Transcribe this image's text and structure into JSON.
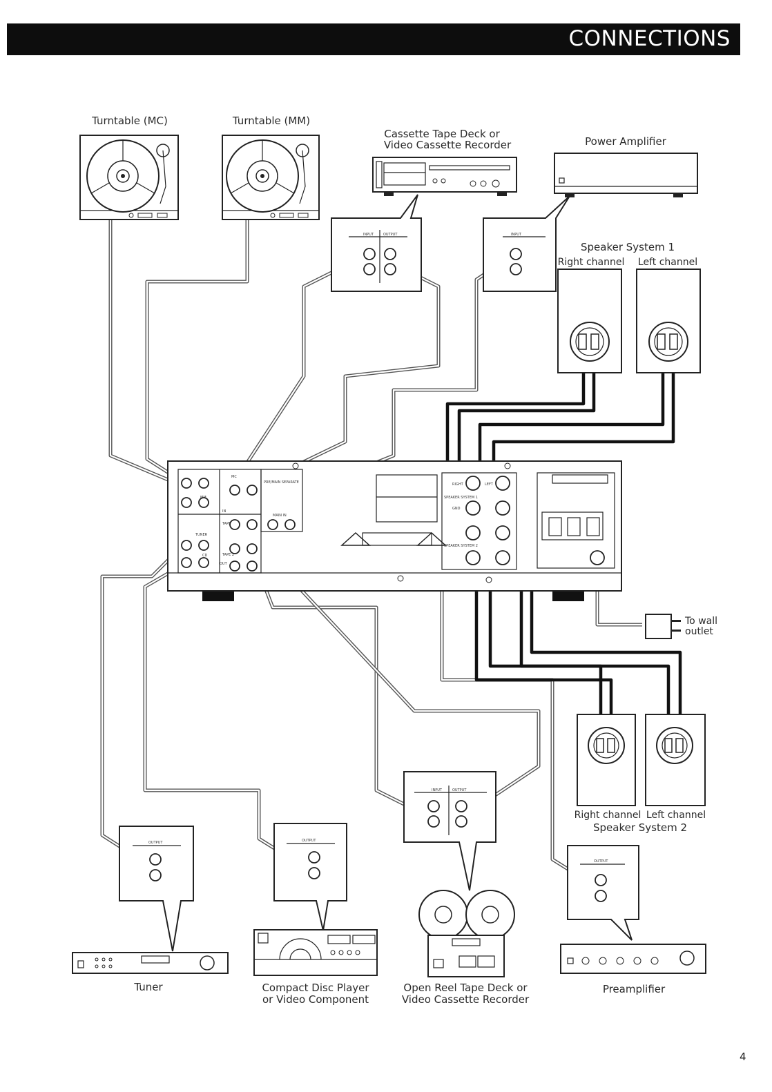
{
  "header": {
    "title": "CONNECTIONS"
  },
  "components": {
    "turntable_mc": "Turntable (MC)",
    "turntable_mm": "Turntable (MM)",
    "cassette_line1": "Cassette Tape Deck or",
    "cassette_line2": "Video Cassette Recorder",
    "power_amplifier": "Power Amplifier",
    "speaker1_title": "Speaker System 1",
    "speaker1_right": "Right channel",
    "speaker1_left": "Left channel",
    "wall_line1": "To wall",
    "wall_line2": "outlet",
    "speaker2_right": "Right channel",
    "speaker2_left": "Left channel",
    "speaker2_title": "Speaker System 2",
    "tuner": "Tuner",
    "cd_line1": "Compact Disc Player",
    "cd_line2": "or Video Component",
    "reel_line1": "Open Reel Tape Deck or",
    "reel_line2": "Video Cassette Recorder",
    "preamplifier": "Preamplifier"
  },
  "panel_labels": {
    "input": "INPUT",
    "output": "OUTPUT",
    "left": "LEFT",
    "right": "RIGHT",
    "gnd": "GND",
    "tuner": "TUNER",
    "cd": "CD",
    "tape1": "TAPE 1",
    "tape2": "TAPE 2",
    "in": "IN",
    "out": "OUT",
    "mc": "MC",
    "mm": "MM",
    "pre_main": "PRE/MAIN SEPARATE",
    "main_in": "MAIN IN",
    "speaker_system_1": "SPEAKER SYSTEM 1",
    "speaker_system_2": "SPEAKER SYSTEM 2"
  },
  "page_number": "4"
}
